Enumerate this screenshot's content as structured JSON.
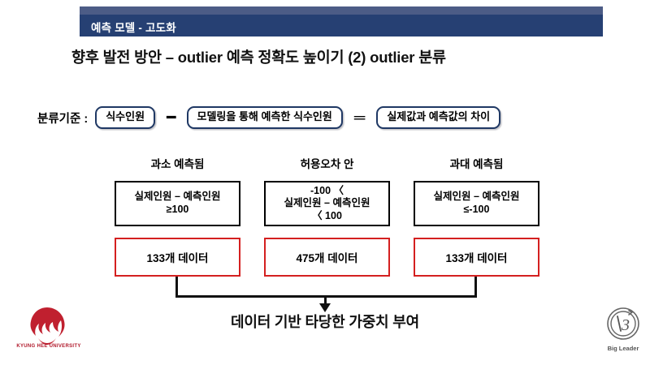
{
  "header": {
    "tag_label": "예측 모델 - 고도화",
    "band_color": "#4c5c86",
    "bar_color": "#264073"
  },
  "slide": {
    "title": "향후 발전 방안 – outlier 예측 정확도 높이기 (2) outlier 분류"
  },
  "formula": {
    "criteria_label": "분류기준 :",
    "term_actual": "식수인원",
    "operator_minus": "━",
    "term_predicted": "모델링을 통해 예측한 식수인원",
    "operator_equals": "═",
    "term_result": "실제값과 예측값의 차이",
    "pill_border_color": "#1f3864"
  },
  "columns": [
    {
      "header": "과소 예측됨",
      "condition": "실제인원 – 예측인원\n≥100",
      "data_count": "133개 데이터"
    },
    {
      "header": "허용오차 안",
      "condition": "-100 〈\n실제인원 – 예측인원\n〈 100",
      "data_count": "475개 데이터"
    },
    {
      "header": "과대 예측됨",
      "condition": "실제인원 – 예측인원\n≤-100",
      "data_count": "133개 데이터"
    }
  ],
  "conclusion": {
    "text": "데이터 기반 타당한 가중치 부여"
  },
  "logos": {
    "university": {
      "name": "kyung-hee-university-lion-logo",
      "caption": "KYUNG HEE UNIVERSITY",
      "color": "#c0202f"
    },
    "partner": {
      "name": "big-leader-logo",
      "caption": "Big Leader",
      "color": "#555555"
    }
  },
  "colors": {
    "condition_border": "#000000",
    "data_border": "#d42020",
    "connector": "#111111"
  }
}
